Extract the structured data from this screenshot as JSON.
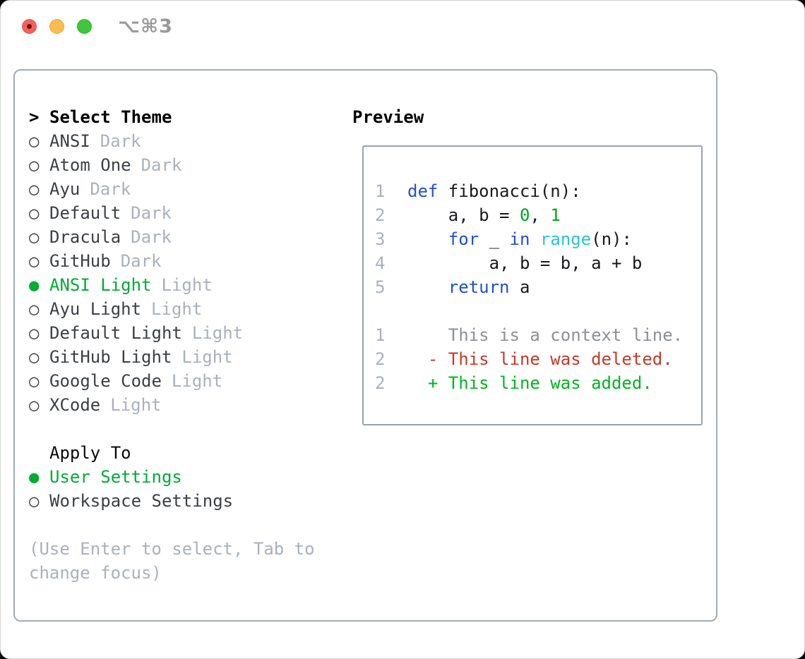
{
  "window": {
    "title": "⌥⌘3"
  },
  "icons": {
    "close": "red-circle",
    "minimize": "yellow-circle",
    "maximize": "green-circle",
    "cursor_prefix": ">",
    "radio_selected": "●",
    "radio_unselected": "○"
  },
  "theme_section": {
    "header": "Select Theme",
    "items": [
      {
        "name": "ANSI",
        "variant": "Dark",
        "selected": false
      },
      {
        "name": "Atom One",
        "variant": "Dark",
        "selected": false
      },
      {
        "name": "Ayu",
        "variant": "Dark",
        "selected": false
      },
      {
        "name": "Default",
        "variant": "Dark",
        "selected": false
      },
      {
        "name": "Dracula",
        "variant": "Dark",
        "selected": false
      },
      {
        "name": "GitHub",
        "variant": "Dark",
        "selected": false
      },
      {
        "name": "ANSI Light",
        "variant": "Light",
        "selected": true
      },
      {
        "name": "Ayu Light",
        "variant": "Light",
        "selected": false
      },
      {
        "name": "Default Light",
        "variant": "Light",
        "selected": false
      },
      {
        "name": "GitHub Light",
        "variant": "Light",
        "selected": false
      },
      {
        "name": "Google Code",
        "variant": "Light",
        "selected": false
      },
      {
        "name": "XCode",
        "variant": "Light",
        "selected": false
      }
    ]
  },
  "apply_section": {
    "header": "Apply To",
    "options": [
      {
        "label": "User Settings",
        "selected": true
      },
      {
        "label": "Workspace Settings",
        "selected": false
      }
    ]
  },
  "hint": "(Use Enter to select, Tab to change focus)",
  "preview": {
    "header": "Preview",
    "code_lines": [
      {
        "num": "1",
        "tokens": [
          {
            "t": "def",
            "c": "kw"
          },
          {
            "t": " fibonacci(n):",
            "c": "plain"
          }
        ]
      },
      {
        "num": "2",
        "tokens": [
          {
            "t": "    a, b = ",
            "c": "plain"
          },
          {
            "t": "0",
            "c": "num"
          },
          {
            "t": ", ",
            "c": "plain"
          },
          {
            "t": "1",
            "c": "num"
          }
        ]
      },
      {
        "num": "3",
        "tokens": [
          {
            "t": "    ",
            "c": "plain"
          },
          {
            "t": "for",
            "c": "kw"
          },
          {
            "t": " _ ",
            "c": "plain"
          },
          {
            "t": "in",
            "c": "kw"
          },
          {
            "t": " ",
            "c": "plain"
          },
          {
            "t": "range",
            "c": "builtin"
          },
          {
            "t": "(n):",
            "c": "plain"
          }
        ]
      },
      {
        "num": "4",
        "tokens": [
          {
            "t": "        a, b = b, a + b",
            "c": "plain"
          }
        ]
      },
      {
        "num": "5",
        "tokens": [
          {
            "t": "    ",
            "c": "plain"
          },
          {
            "t": "return",
            "c": "kw"
          },
          {
            "t": " a",
            "c": "plain"
          }
        ]
      },
      {
        "num": "",
        "tokens": []
      },
      {
        "num": "1",
        "tokens": [
          {
            "t": "    This is a context line.",
            "c": "ctx"
          }
        ]
      },
      {
        "num": "2",
        "tokens": [
          {
            "t": "  - This line was deleted.",
            "c": "del"
          }
        ]
      },
      {
        "num": "2",
        "tokens": [
          {
            "t": "  + This line was added.",
            "c": "add"
          }
        ]
      }
    ]
  },
  "colors": {
    "selection_green": "#00ac33",
    "keyword_blue": "#1d4fd8",
    "builtin_cyan": "#2ac3d6",
    "number_green": "#00a616",
    "deleted_red": "#c53a26",
    "added_green": "#00b521",
    "muted_gray": "#a9b1bc",
    "context_gray": "#8b9096",
    "item_text": "#3b4046",
    "panel_border": "#a2aab4",
    "traffic_red": "#f0635b",
    "traffic_yellow": "#f6bd50",
    "traffic_green": "#40c53d"
  }
}
